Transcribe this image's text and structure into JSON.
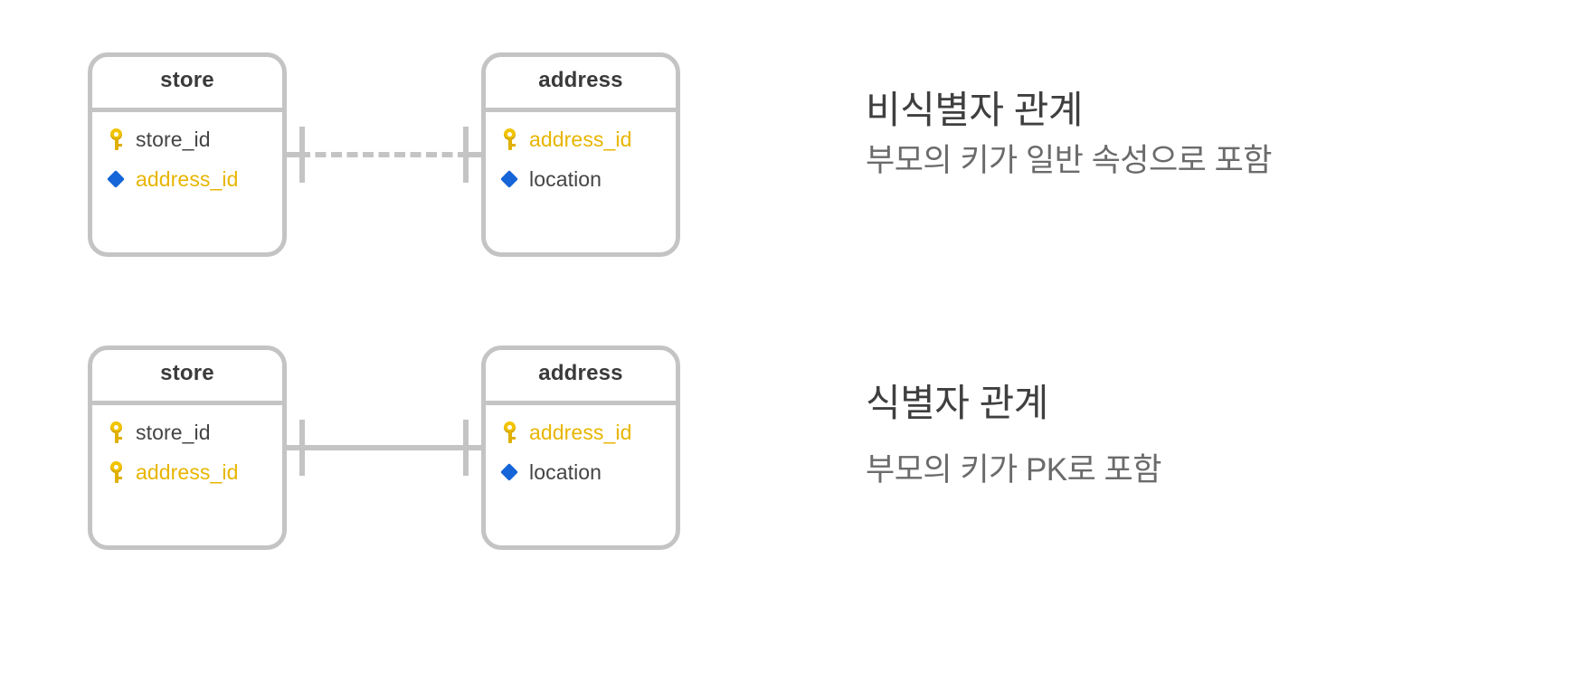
{
  "diagram": {
    "title_alt": "ER diagram comparing identifying and non-identifying relationships",
    "colors": {
      "entity_border": "#c4c4c4",
      "connector": "#c4c4c4",
      "key_icon": "#f2c400",
      "diamond_icon": "#1565d8",
      "fk_text": "#e8b500",
      "normal_text": "#444444",
      "header_text": "#3a3a3a",
      "caption_title": "#3f3f3f",
      "caption_sub": "#6b6b6b",
      "background": "#ffffff"
    },
    "rows": [
      {
        "id": "non-identifying",
        "relationship_style": "dashed",
        "left_entity": {
          "name": "store",
          "attributes": [
            {
              "icon": "key-icon",
              "label": "store_id",
              "style": "dark"
            },
            {
              "icon": "diamond-icon",
              "label": "address_id",
              "style": "gold"
            }
          ]
        },
        "right_entity": {
          "name": "address",
          "attributes": [
            {
              "icon": "key-icon",
              "label": "address_id",
              "style": "gold"
            },
            {
              "icon": "diamond-icon",
              "label": "location",
              "style": "dark"
            }
          ]
        },
        "caption": {
          "title": "비식별자 관계",
          "subtitle": "부모의 키가 일반 속성으로 포함"
        }
      },
      {
        "id": "identifying",
        "relationship_style": "solid",
        "left_entity": {
          "name": "store",
          "attributes": [
            {
              "icon": "key-icon",
              "label": "store_id",
              "style": "dark"
            },
            {
              "icon": "key-icon",
              "label": "address_id",
              "style": "gold"
            }
          ]
        },
        "right_entity": {
          "name": "address",
          "attributes": [
            {
              "icon": "key-icon",
              "label": "address_id",
              "style": "gold"
            },
            {
              "icon": "diamond-icon",
              "label": "location",
              "style": "dark"
            }
          ]
        },
        "caption": {
          "title": "식별자 관계",
          "subtitle": "부모의 키가 PK로 포함"
        }
      }
    ]
  }
}
